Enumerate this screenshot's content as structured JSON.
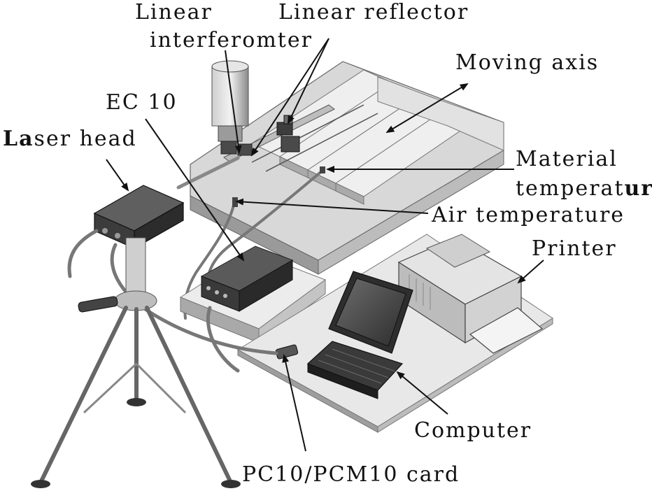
{
  "colors": {
    "ink": "#111111",
    "device_dark": "#3a3a3a",
    "device_mid": "#8a8a8a",
    "surface_light": "#e6e6e6",
    "surface_shadow": "#a8a8a8"
  },
  "labels": {
    "linear_interferometer_line1": "Linear",
    "linear_interferometer_line2": "interferomter",
    "linear_reflector": "Linear reflector",
    "moving_axis": "Moving axis",
    "ec10": "EC 10",
    "laser_head_bold": "La",
    "laser_head_rest": "ser head",
    "material_temperature_line1": "Material",
    "material_temperature_line2_a": "temperat",
    "material_temperature_line2_b": "ure",
    "air_temperature": "Air temperature",
    "printer": "Printer",
    "computer": "Computer",
    "card": "PC10/PCM10 card"
  },
  "icons": [
    "laser-head-icon",
    "tripod-icon",
    "interferometer-icon",
    "reflector-icon",
    "ec10-unit-icon",
    "laptop-icon",
    "printer-icon",
    "machine-bed-icon"
  ]
}
